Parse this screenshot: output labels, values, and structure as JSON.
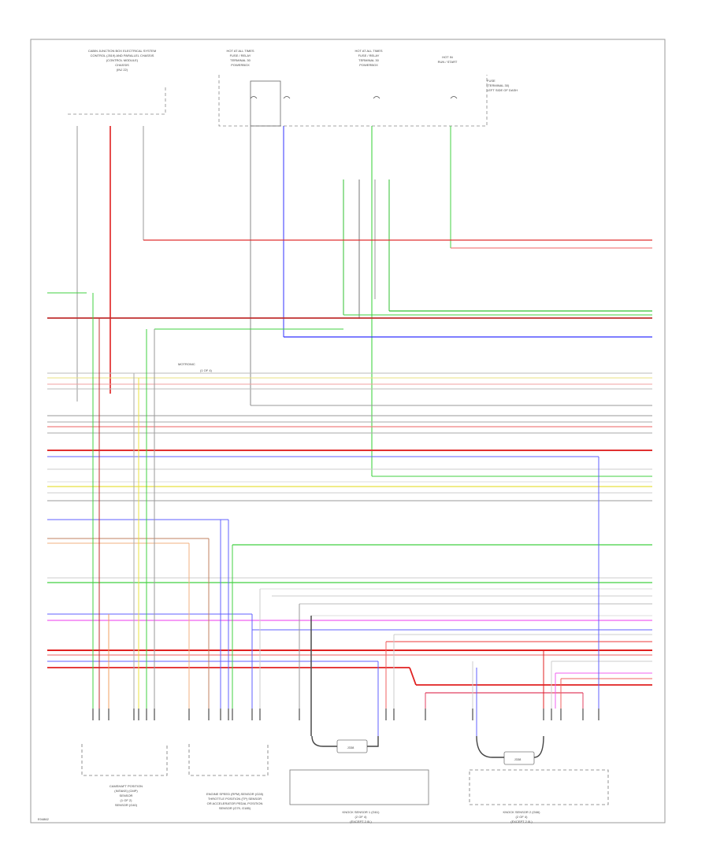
{
  "diagram": {
    "footer_code": "E04862",
    "top_components": [
      {
        "lines": [
          "CABIN JUNCTION BOX ELECTRICAL SYSTEM",
          "CONTROL (J519) AND PARALLEL CHASSIS",
          "(CONTROL MODULE)",
          "CHASSIS",
          "(INJ 22)"
        ]
      },
      {
        "lines": [
          "HOT AT ALL TIMES",
          "FUSE / RELAY",
          "TERMINAL 30",
          "POWERBOX"
        ]
      },
      {
        "lines": [
          "HOT AT ALL TIMES",
          "FUSE / RELAY",
          "TERMINAL 30",
          "POWERBOX"
        ]
      },
      {
        "lines": [
          "HOT IN",
          "RUN / START"
        ]
      }
    ],
    "fuse_note": [
      "FUSE",
      "(TERMINAL 30)",
      "LEFT SIDE OF DASH"
    ],
    "splice_label": [
      "MOTRONIC",
      "(1 OF 4)"
    ],
    "bottom_components": [
      {
        "lines": [
          "CAMSHAFT POSITION",
          "(INTAKE) (CMP)",
          "SENSOR",
          "(1 OF 2)",
          "SENSOR (G40)"
        ]
      },
      {
        "lines": [
          "ENGINE SPEED (RPM) SENSOR (G28)",
          "THROTTLE POSITION (TP) SENSOR",
          "OR ACCELERATOR PEDAL POSITION",
          "SENSOR (G79, G185)"
        ]
      },
      {
        "lines": [
          "KNOCK SENSOR 1 (G61)",
          "(2 OF 4)",
          "(EXCEPT 2.0L)"
        ]
      },
      {
        "lines": [
          "KNOCK SENSOR 2 (G66)",
          "(2 OF 4)",
          "(EXCEPT 2.0L)"
        ]
      }
    ],
    "module_labels": [
      "J338",
      "J338"
    ]
  }
}
